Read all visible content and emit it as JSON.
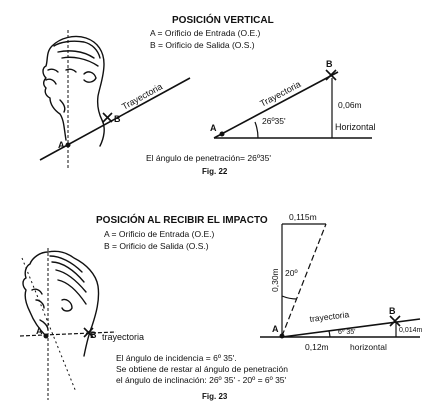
{
  "fig22": {
    "title": "POSICIÓN VERTICAL",
    "legend_a": "A = Orificio de Entrada (O.E.)",
    "legend_b": "B = Orificio de Salida (O.S.)",
    "head_label_a": "A",
    "head_label_b": "B",
    "head_trajectory": "Trayectoria",
    "diagram_trajectory": "Trayectoria",
    "label_a": "A",
    "label_b": "B",
    "height": "0,06m",
    "angle": "26º35'",
    "horizontal": "Horizontal",
    "caption": "El ángulo de penetración= 26º35'",
    "fig_label": "Fig. 22"
  },
  "fig23": {
    "title": "POSICIÓN AL RECIBIR EL IMPACTO",
    "legend_a": "A = Orificio de Entrada (O.E.)",
    "legend_b": "B = Orificio de Salida (O.S.)",
    "head_label_a": "A",
    "head_label_b": "B",
    "head_trajectory": "trayectoria",
    "top_measure": "0,115m",
    "vertical_measure": "0,30m",
    "angle_top": "20º",
    "label_a": "A",
    "label_b": "B",
    "diagram_trajectory": "trayectoria",
    "small_angle": "6º 35'",
    "small_height": "0,014m",
    "base_measure": "0,12m",
    "horizontal": "horizontal",
    "caption_1": "El ángulo de incidencia = 6º 35'.",
    "caption_2": "Se obtiene de restar al ángulo de penetración",
    "caption_3": "el ángulo de inclinación: 26º 35' - 20º = 6º 35'",
    "fig_label": "Fig. 23"
  }
}
